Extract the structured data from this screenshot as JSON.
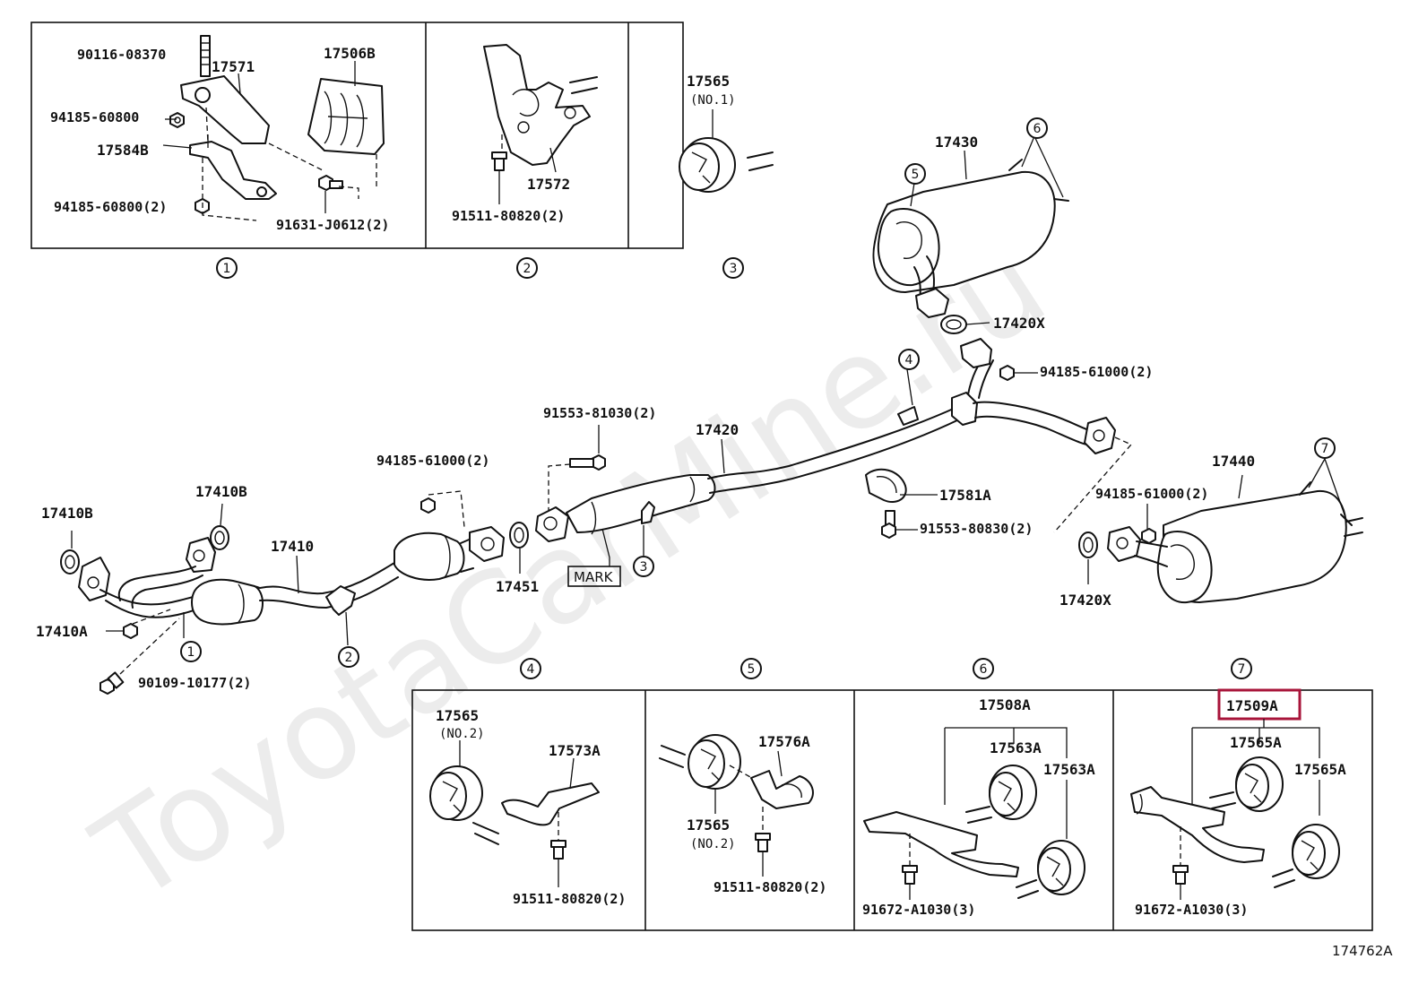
{
  "watermark": "ToyotaCarMine.ru",
  "diagram_code": "174762A",
  "highlighted_part": "17509A",
  "mark_label": "MARK",
  "refs": [
    "1",
    "2",
    "3",
    "4",
    "5",
    "6",
    "7"
  ],
  "main_labels": {
    "p17410B_a": "17410B",
    "p17410B_b": "17410B",
    "p17410A": "17410A",
    "p90109": "90109-10177(2)",
    "p17410": "17410",
    "p94185_a": "94185-61000(2)",
    "p17451": "17451",
    "p91553_81030": "91553-81030(2)",
    "p17420": "17420",
    "p17430": "17430",
    "p17420X_a": "17420X",
    "p94185_b": "94185-61000(2)",
    "p17581A": "17581A",
    "p91553_80830": "91553-80830(2)",
    "p94185_c": "94185-61000(2)",
    "p17440": "17440",
    "p17420X_b": "17420X"
  },
  "detail1": {
    "p90116": "90116-08370",
    "p17571": "17571",
    "p17506B": "17506B",
    "p94185_60800": "94185-60800",
    "p17584B": "17584B",
    "p94185_60800_2": "94185-60800(2)",
    "p91631": "91631-J0612(2)"
  },
  "detail2": {
    "p17572": "17572",
    "p91511": "91511-80820(2)"
  },
  "detail3": {
    "p17565": "17565",
    "no": "(NO.1)"
  },
  "detail4": {
    "p17565": "17565",
    "no": "(NO.2)",
    "p17573A": "17573A",
    "p91511": "91511-80820(2)"
  },
  "detail5": {
    "p17576A": "17576A",
    "p17565": "17565",
    "no": "(NO.2)",
    "p91511": "91511-80820(2)"
  },
  "detail6": {
    "p17508A": "17508A",
    "p17563A_a": "17563A",
    "p17563A_b": "17563A",
    "p91672": "91672-A1030(3)"
  },
  "detail7": {
    "p17509A": "17509A",
    "p17565A_a": "17565A",
    "p17565A_b": "17565A",
    "p91672": "91672-A1030(3)"
  }
}
